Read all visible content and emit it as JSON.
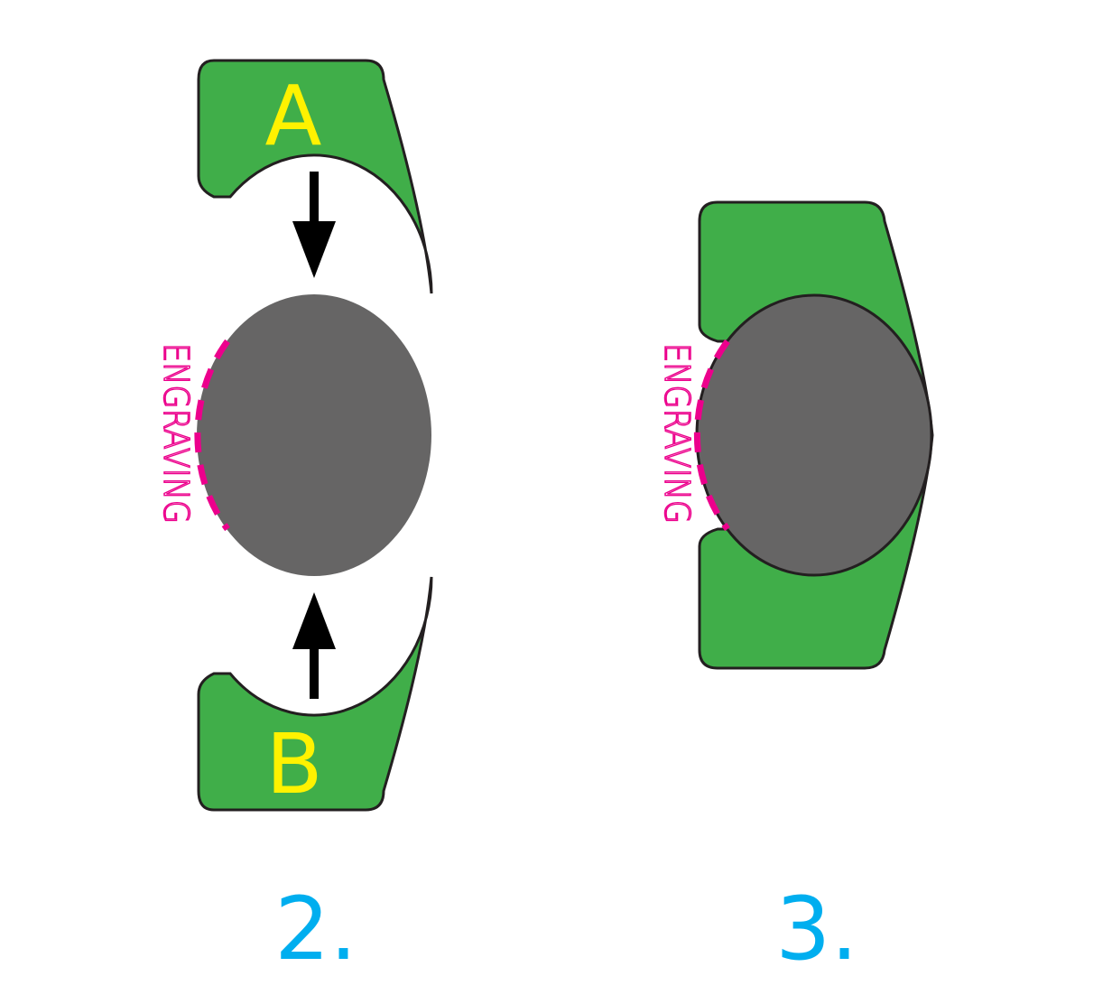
{
  "diagram": {
    "step2": {
      "label": "2.",
      "part_a": "A",
      "part_b": "B",
      "engraving": "ENGRAVING"
    },
    "step3": {
      "label": "3.",
      "engraving": "ENGRAVING"
    }
  },
  "colors": {
    "green": "#40AE49",
    "gray": "#666565",
    "yellow": "#FFF200",
    "magenta": "#EC008C",
    "cyan": "#00AEEF",
    "outline": "#231F20"
  }
}
